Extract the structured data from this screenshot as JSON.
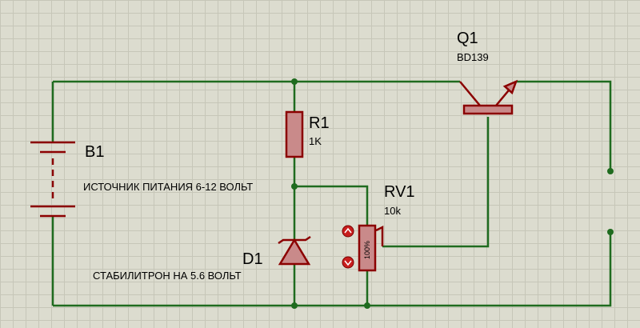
{
  "components": {
    "battery": {
      "ref": "B1"
    },
    "resistor": {
      "ref": "R1",
      "value": "1K"
    },
    "zener": {
      "ref": "D1"
    },
    "potentiometer": {
      "ref": "RV1",
      "value": "10k",
      "position": "100%"
    },
    "transistor": {
      "ref": "Q1",
      "value": "BD139"
    }
  },
  "notes": {
    "power_source": "ИСТОЧНИК ПИТАНИЯ 6-12 ВОЛЬТ",
    "zener_note": "СТАБИЛИТРОН НА 5.6 ВОЛЬТ"
  },
  "colors": {
    "wire": "#1f6b1f",
    "component": "#8b0000",
    "grid": "#c6c6b8",
    "background": "#dcdccf"
  }
}
